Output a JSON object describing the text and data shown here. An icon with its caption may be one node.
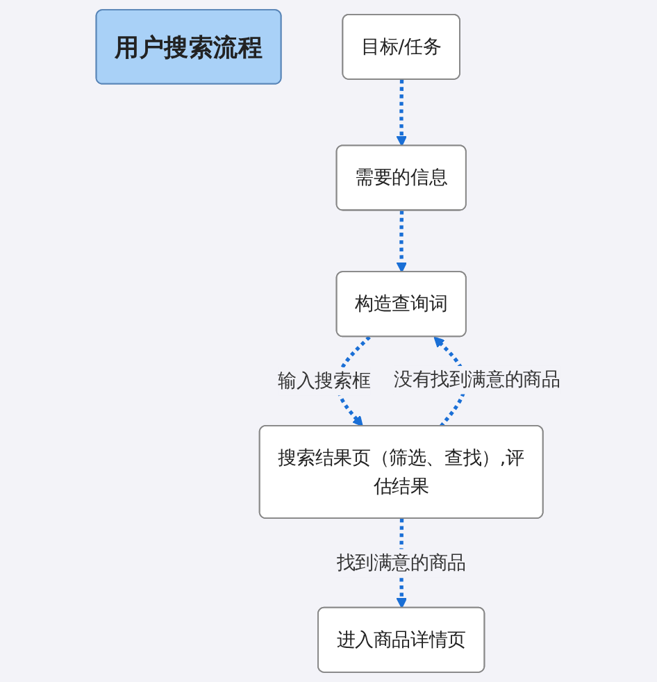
{
  "diagram": {
    "nodes": [
      {
        "text": [
          "用户搜索流程"
        ]
      },
      {
        "text": [
          "目标/任务"
        ]
      },
      {
        "text": [
          "需要的信息"
        ]
      },
      {
        "text": [
          "构造查询词"
        ]
      },
      {
        "text": [
          "搜索结果页（筛选、查找）,评估结果"
        ]
      },
      {
        "text": [
          "进入商品详情页"
        ]
      }
    ],
    "edges": [
      {
        "from": 1,
        "to": 2,
        "arrow": "to",
        "style": "dashed"
      },
      {
        "from": 2,
        "to": 3,
        "arrow": "to",
        "style": "dashed"
      },
      {
        "from": 3,
        "to": 4,
        "arrow": "to",
        "style": "dashed",
        "label": "输入搜索框"
      },
      {
        "from": 4,
        "to": 3,
        "arrow": "to",
        "style": "dashed",
        "label": "没有找到满意的商品"
      },
      {
        "from": 4,
        "to": 5,
        "arrow": "to",
        "style": "dashed",
        "label": "找到满意的商品"
      }
    ]
  }
}
